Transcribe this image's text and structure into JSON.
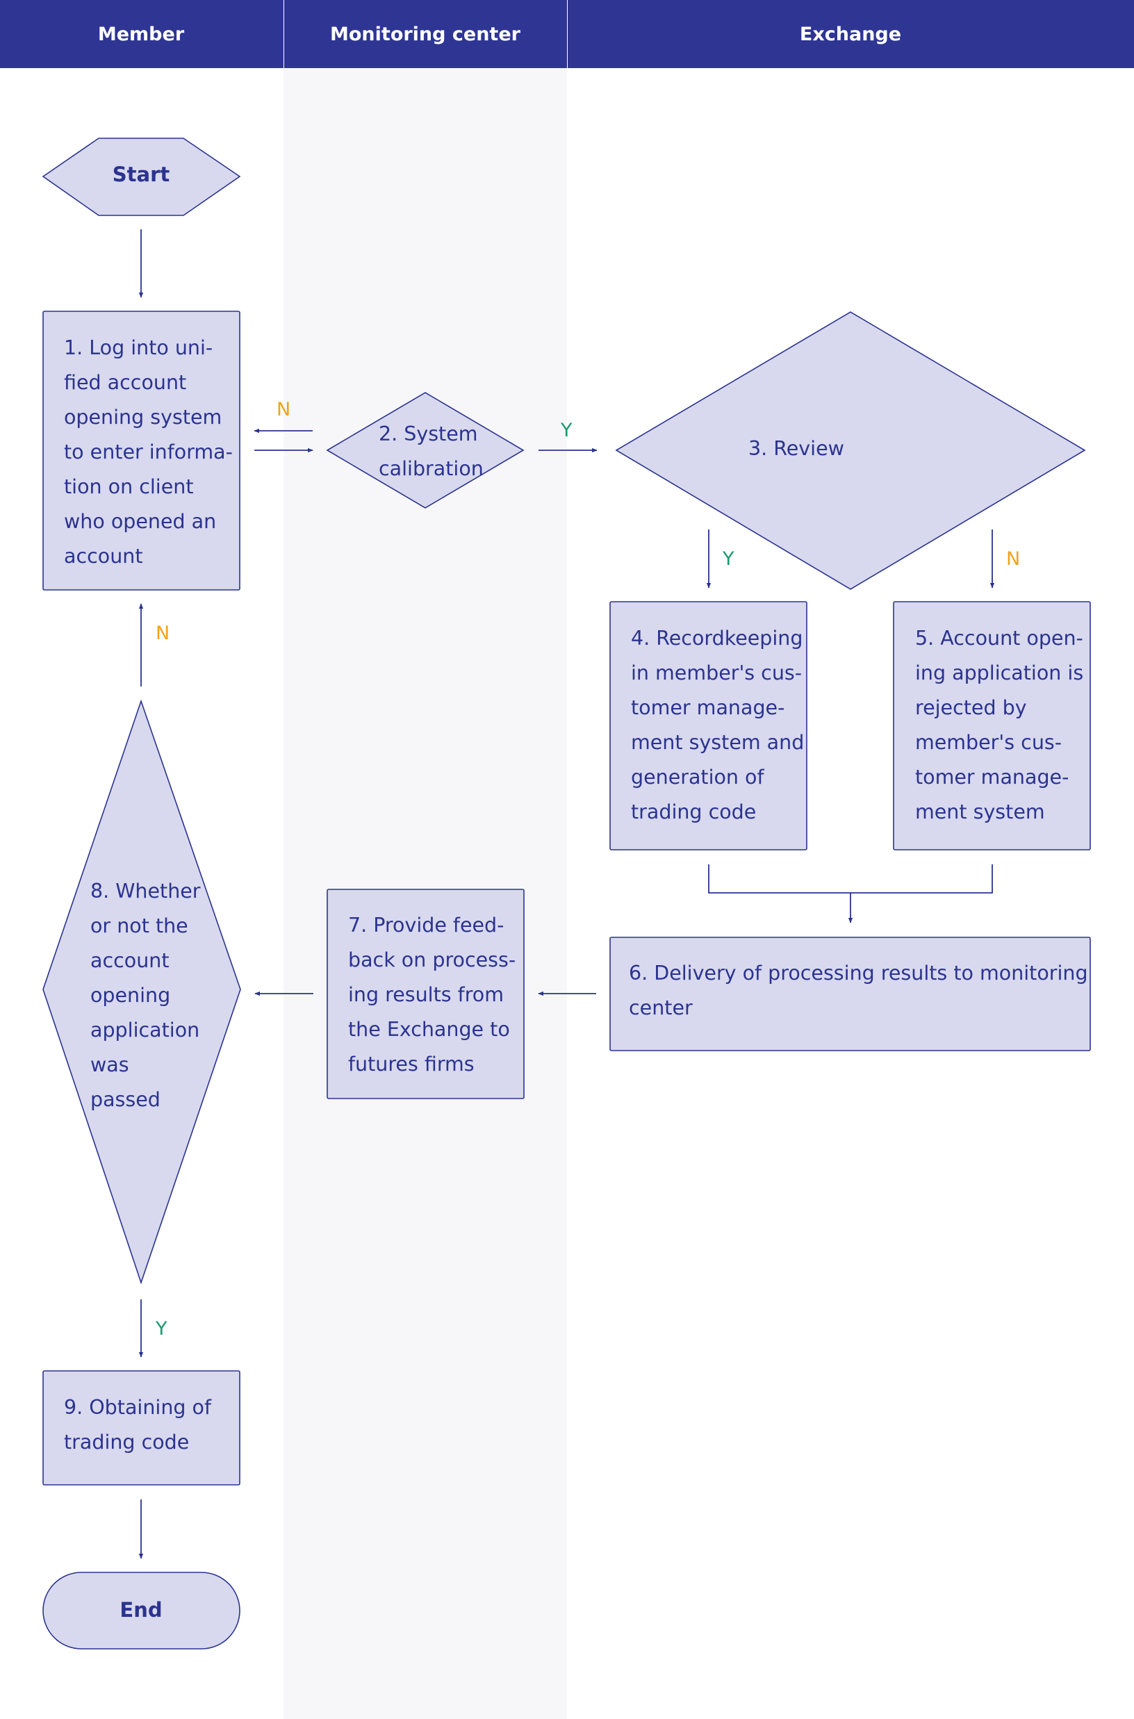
{
  "colors": {
    "header_bg": "#2e3593",
    "header_text": "#ffffff",
    "lane_middle_bg": "#f7f7f9",
    "node_fill": "#d8d9ee",
    "node_stroke": "#2b3390",
    "node_text": "#2b3390",
    "yes_color": "#1a9a6c",
    "no_color": "#f0a415"
  },
  "lanes": {
    "member": "Member",
    "monitoring": "Monitoring center",
    "exchange": "Exchange"
  },
  "nodes": {
    "start": "Start",
    "step1": [
      "1. Log into uni-",
      "fied account",
      "opening system",
      "to enter informa-",
      "tion on client",
      "who opened an",
      "account"
    ],
    "step2": [
      "2. System",
      "calibration"
    ],
    "step3": "3. Review",
    "step4": [
      "4. Recordkeeping",
      "in member's cus-",
      "tomer manage-",
      "ment system and",
      "generation of",
      "trading code"
    ],
    "step5": [
      "5. Account open-",
      "ing application is",
      "rejected by",
      "member's cus-",
      "tomer manage-",
      "ment system"
    ],
    "step6": [
      "6. Delivery of processing results to monitoring",
      "center"
    ],
    "step7": [
      "7. Provide feed-",
      "back on process-",
      "ing results from",
      "the Exchange to",
      "futures firms"
    ],
    "step8": [
      "8. Whether",
      "or not the",
      "account",
      "opening",
      "application",
      "was",
      "passed"
    ],
    "step9": [
      "9. Obtaining of",
      "trading code"
    ],
    "end": "End"
  },
  "edge_labels": {
    "step2_no": "N",
    "step2_yes": "Y",
    "step3_yes": "Y",
    "step3_no": "N",
    "step8_no": "N",
    "step8_yes": "Y"
  }
}
